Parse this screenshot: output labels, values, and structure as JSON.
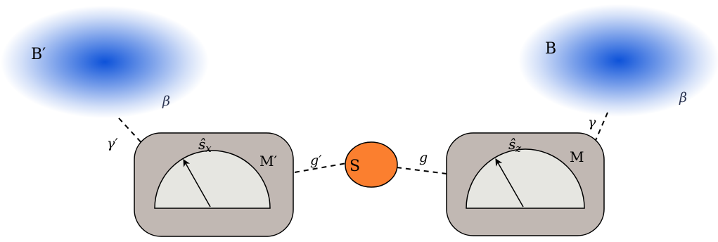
{
  "colors": {
    "bath": "#0d52d9",
    "box_fill": "#c1b8b3",
    "dial_fill": "#e6e6e1",
    "system": "#fb7f2f",
    "line": "#000000"
  },
  "icons": {
    "meter_needle": "arrow-icon"
  },
  "baths": [
    {
      "label": "B′",
      "beta": "β"
    },
    {
      "label": "B",
      "beta": "β"
    }
  ],
  "meters": [
    {
      "label": "M′",
      "observable": "ŝ",
      "observable_sub": "x"
    },
    {
      "label": "M",
      "observable": "ŝ",
      "observable_sub": "z"
    }
  ],
  "system": {
    "label": "S"
  },
  "couplings": {
    "meter_system_left": "g′",
    "meter_system_right": "g",
    "bath_meter_left": "γ′",
    "bath_meter_right": "γ"
  }
}
